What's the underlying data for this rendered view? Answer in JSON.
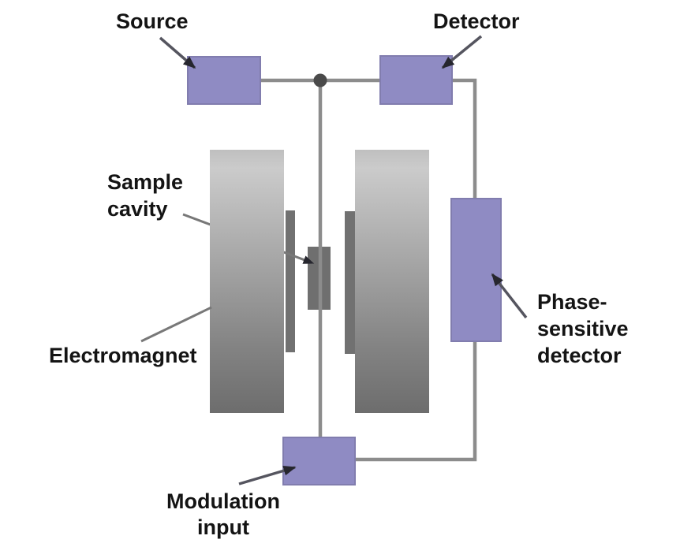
{
  "diagram": {
    "kind": "block-schematic",
    "labels": {
      "source": "Source",
      "detector": "Detector",
      "sample_cavity": {
        "line1": "Sample",
        "line2": "cavity"
      },
      "electromagnet": "Electromagnet",
      "phase_sensitive_detector": {
        "line1": "Phase-",
        "line2": "sensitive",
        "line3": "detector"
      },
      "modulation_input": {
        "line1": "Modulation",
        "line2": "input"
      }
    },
    "colors": {
      "background": "#ffffff",
      "component_fill": "#8f8bc3",
      "component_border": "#817dae",
      "wire": "#8c8c8c",
      "leader_line": "#787878",
      "arrow_line": "#55555f",
      "arrowhead": "#26262e",
      "magnet_gradient_top": "#cbcbcb",
      "magnet_gradient_bottom": "#6d6d6d",
      "modulation_coil": "#717171",
      "sample_cavity_box": "#6f6f6f",
      "junction_dot": "#4a4a4a",
      "text": "#141414"
    }
  }
}
